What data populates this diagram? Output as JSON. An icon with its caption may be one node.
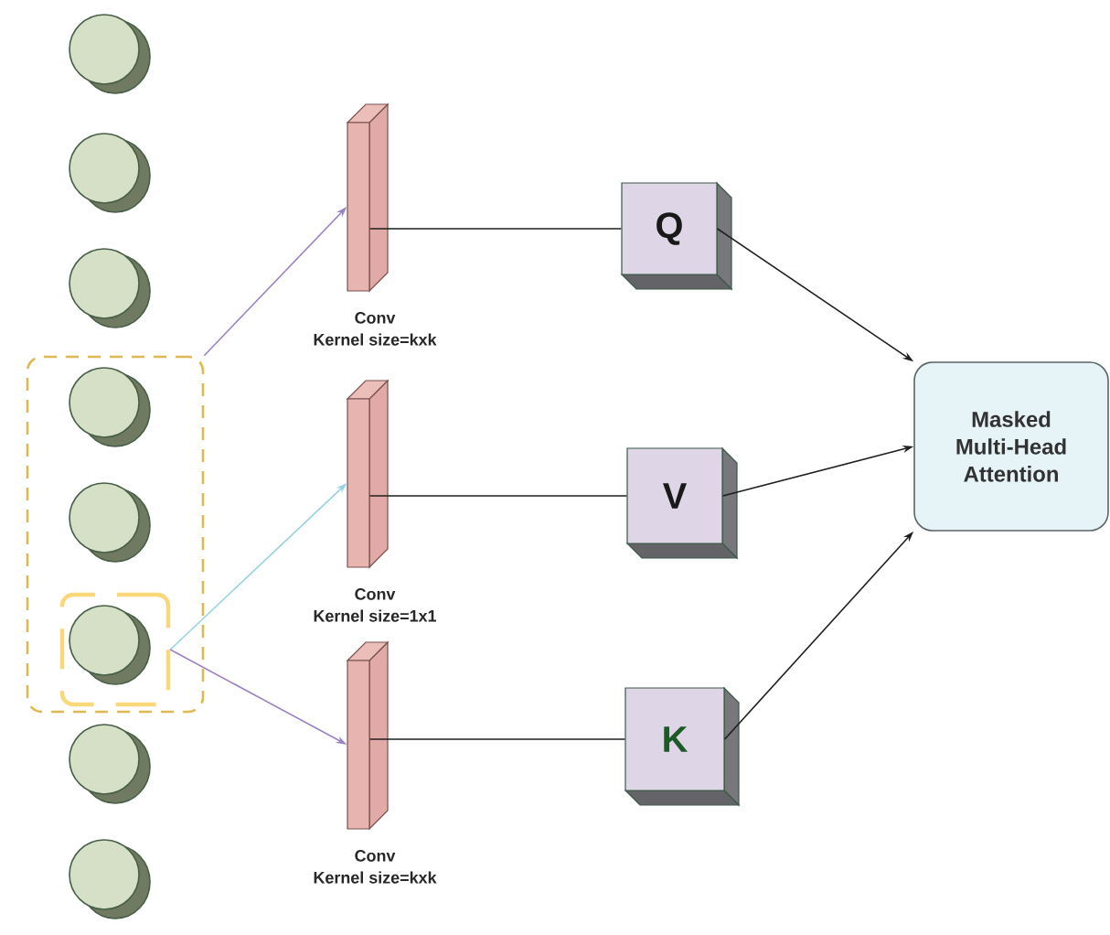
{
  "diagram": {
    "nodes": [
      {
        "text": [],
        "shape": "circle"
      },
      {
        "text": [],
        "shape": "circle"
      },
      {
        "text": [],
        "shape": "circle"
      },
      {
        "text": [],
        "shape": "box"
      },
      {
        "text": [],
        "shape": "circle",
        "in": 3
      },
      {
        "text": [],
        "shape": "circle",
        "in": 3
      },
      {
        "text": [],
        "shape": "box",
        "in": 3
      },
      {
        "text": [],
        "shape": "circle",
        "in": 6
      },
      {
        "text": [],
        "shape": "circle"
      },
      {
        "text": [],
        "shape": "circle"
      },
      {
        "text": [],
        "shape": "box",
        "beside": [
          "Conv",
          "Kernel size=kxk"
        ]
      },
      {
        "text": [],
        "shape": "box",
        "beside": [
          "Conv",
          "Kernel size=1x1"
        ]
      },
      {
        "text": [],
        "shape": "box",
        "beside": [
          "Conv",
          "Kernel size=kxk"
        ]
      },
      {
        "text": [
          "Q"
        ]
      },
      {
        "text": [
          "V"
        ]
      },
      {
        "text": [
          "K"
        ]
      },
      {
        "text": [
          "Masked Multi-Head Attention"
        ]
      }
    ],
    "edges": [
      {
        "from": 3,
        "to": 10,
        "arrow": "to",
        "color": "#9a82c4"
      },
      {
        "from": 6,
        "to": 11,
        "arrow": "to",
        "color": "#96d3e2"
      },
      {
        "from": 6,
        "to": 12,
        "arrow": "to",
        "color": "#9a82c4"
      },
      {
        "from": 10,
        "to": 13,
        "arrow": "none"
      },
      {
        "from": 11,
        "to": 14,
        "arrow": "none"
      },
      {
        "from": 12,
        "to": 15,
        "arrow": "none"
      },
      {
        "from": 13,
        "to": 16,
        "arrow": "to"
      },
      {
        "from": 14,
        "to": 16,
        "arrow": "to"
      },
      {
        "from": 15,
        "to": 16,
        "arrow": "to"
      }
    ]
  }
}
